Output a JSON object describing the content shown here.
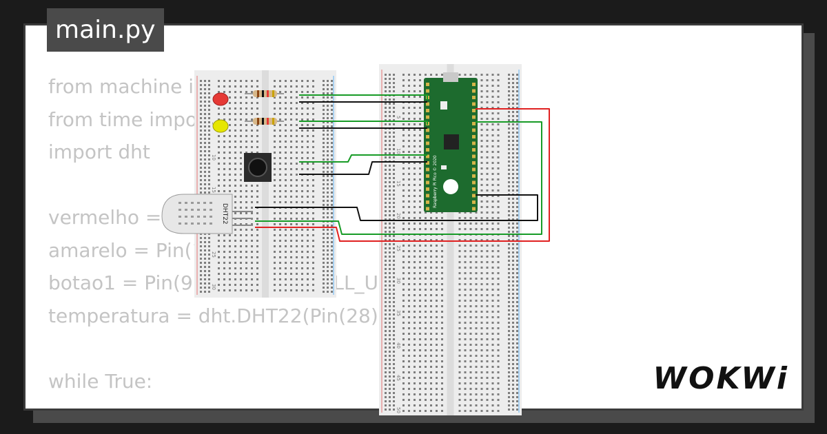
{
  "file": {
    "name": "main.py"
  },
  "code_lines": [
    "from machine import Pin",
    "from time import sleep",
    "import dht",
    "",
    "vermelho = Pin(15, Pin.OUT)",
    "amarelo = Pin(14, Pin.OUT)",
    "botao1 = Pin(9, Pin.IN, Pin.PULL_UP)",
    "temperatura = dht.DHT22(Pin(28))",
    "",
    "while True:"
  ],
  "circuit": {
    "sensor_label": "DHT22",
    "pico_label": "Raspberry Pi Pico © 2020",
    "row_numbers": [
      "5",
      "10",
      "15",
      "20",
      "25",
      "30",
      "35",
      "40",
      "45",
      "50"
    ],
    "colors": {
      "breadboard": "#ededed",
      "red_led": "#e53935",
      "yellow_led": "#e6e600",
      "pico": "#1d6b2e",
      "wire_black": "#111111",
      "wire_green": "#179b26",
      "wire_red": "#e02020"
    }
  },
  "brand": {
    "name": "WOKWi"
  }
}
